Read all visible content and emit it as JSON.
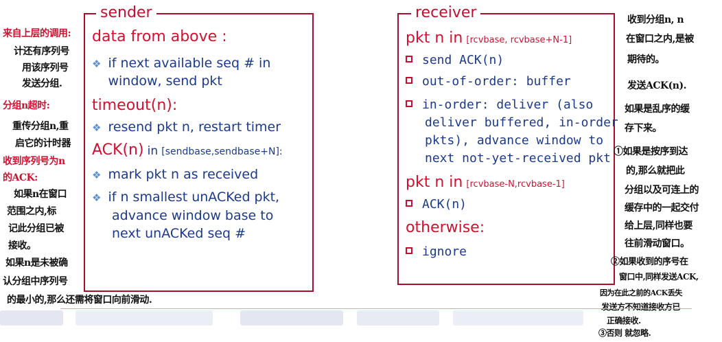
{
  "sender": {
    "title": "sender",
    "data_heading": "data from above :",
    "data_item": "if next available seq # in window, send pkt",
    "timeout_heading": "timeout(n):",
    "timeout_item": "resend pkt n, restart timer",
    "ack_heading_main": "ACK(n)",
    "ack_heading_in": "in",
    "ack_heading_range": "[sendbase,sendbase+N]:",
    "ack_item1": "mark pkt n as received",
    "ack_item2_line1": "if n smallest unACKed pkt,",
    "ack_item2_line2": "advance window base to",
    "ack_item2_line3": "next unACKed seq #"
  },
  "receiver": {
    "title": "receiver",
    "h1_main": "pkt n in",
    "h1_range": "[rcvbase, rcvbase+N-1]",
    "item_send_ack": "send ACK(n)",
    "item_out_of_order": "out-of-order: buffer",
    "item_in_order_l1": "in-order: deliver (also",
    "item_in_order_l2": "deliver buffered, in-order",
    "item_in_order_l3": "pkts), advance window to",
    "item_in_order_l4": "next not-yet-received pkt",
    "h2_main": "pkt n in",
    "h2_range": "[rcvbase-N,rcvbase-1]",
    "item_ack": "ACK(n)",
    "otherwise": "otherwise:",
    "item_ignore": "ignore"
  },
  "left_notes": {
    "n1": "来自上层的调用:",
    "n2": "计还有序列号",
    "n3": "用该序列号",
    "n4": "发送分组.",
    "n5": "分组n超时:",
    "n6": "重传分组n,重",
    "n7": "启它的计时器",
    "n8": "收到序列号为n",
    "n9": "的ACK:",
    "n10": "如果n在窗口",
    "n11": "范围之内,标",
    "n12": "记此分组已被",
    "n13": "接收。",
    "n14": "如果n是未被确",
    "n15": "认分组中序列号",
    "n16": "的最小的,那么还需将窗口向前滑动."
  },
  "right_notes": {
    "r1": "收到分组n, n",
    "r2": "在窗口之内,是被",
    "r3": "期待的。",
    "r4": "发送ACK(n).",
    "r5": "如果是乱序的缓",
    "r6": "存下来。",
    "r7": "①如果是按序到达",
    "r8": "的,那么就把此",
    "r9": "分组以及可连上的",
    "r10": "缓存中的一起交付",
    "r11": "给上层,同样也要",
    "r12": "往前滑动窗口。",
    "r13": "②如果收到的序号在",
    "r14": "窗口中,同样发送ACK,",
    "r15": "因为在此之前的ACK丢失",
    "r16": "发送方不知道接收方已",
    "r17": "正确接收.",
    "r18": "③否则 就忽略."
  }
}
